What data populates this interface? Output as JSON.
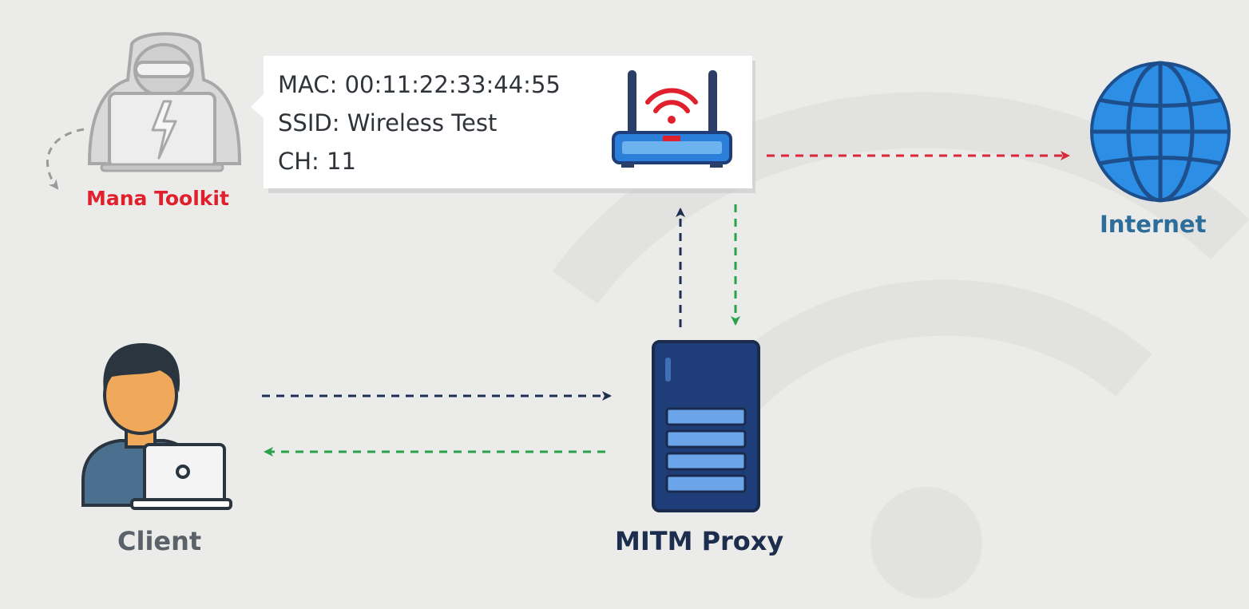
{
  "nodes": {
    "attacker": {
      "label": "Mana Toolkit",
      "icon": "hacker-laptop-icon"
    },
    "access_point": {
      "icon": "wifi-router-icon",
      "info": [
        "MAC: 00:11:22:33:44:55",
        "SSID: Wireless Test",
        "CH: 11"
      ]
    },
    "internet": {
      "label": "Internet",
      "icon": "globe-icon"
    },
    "client": {
      "label": "Client",
      "icon": "user-laptop-icon"
    },
    "proxy": {
      "label": "MITM Proxy",
      "icon": "server-icon"
    }
  },
  "edges": [
    {
      "from": "attacker",
      "to": "attacker",
      "color": "#9a9a9a"
    },
    {
      "from": "access_point",
      "to": "internet",
      "color": "#d8283a"
    },
    {
      "from": "proxy",
      "to": "access_point",
      "color": "#1f2f52"
    },
    {
      "from": "access_point",
      "to": "proxy",
      "color": "#2aa24a"
    },
    {
      "from": "client",
      "to": "proxy",
      "color": "#1f2f52"
    },
    {
      "from": "proxy",
      "to": "client",
      "color": "#2aa24a"
    }
  ],
  "colors": {
    "background": "#ebebea",
    "attacker_label": "#e0202c",
    "internet_label": "#2d6d9a",
    "client_label": "#5a6169",
    "proxy_label": "#1c2d4d",
    "globe": "#2d8ee6",
    "router": "#2b7fd8",
    "server": "#1f3d78"
  }
}
